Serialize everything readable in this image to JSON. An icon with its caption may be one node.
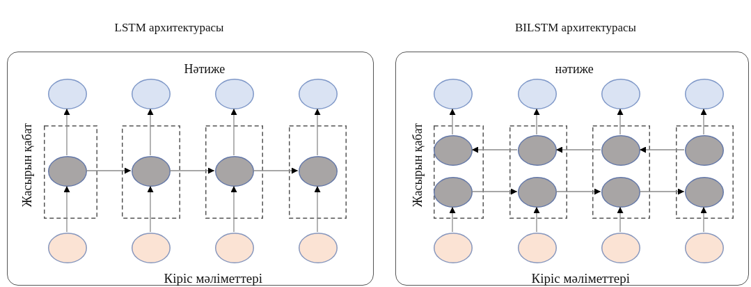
{
  "diagram": {
    "nodes": [
      {
        "text": [
          "LSTM архитектурасы",
          "Нәтиже",
          "Жасырын қабат",
          "Кіріс мәліметтері"
        ]
      },
      {
        "text": [],
        "shape": "circle",
        "in": 0
      },
      {
        "text": [],
        "shape": "circle",
        "in": 0
      },
      {
        "text": [],
        "shape": "circle",
        "in": 0
      },
      {
        "text": [],
        "shape": "circle",
        "in": 0
      },
      {
        "text": [],
        "shape": "box",
        "in": 0
      },
      {
        "text": [],
        "shape": "circle",
        "in": 5
      },
      {
        "text": [],
        "shape": "box",
        "in": 0
      },
      {
        "text": [],
        "shape": "circle",
        "in": 7
      },
      {
        "text": [],
        "shape": "box",
        "in": 0
      },
      {
        "text": [],
        "shape": "circle",
        "in": 9
      },
      {
        "text": [],
        "shape": "box",
        "in": 0
      },
      {
        "text": [],
        "shape": "circle",
        "in": 11
      },
      {
        "text": [],
        "shape": "circle",
        "in": 0
      },
      {
        "text": [],
        "shape": "circle",
        "in": 0
      },
      {
        "text": [],
        "shape": "circle",
        "in": 0
      },
      {
        "text": [],
        "shape": "circle",
        "in": 0
      },
      {
        "text": [
          "BILSTM архитектурасы",
          "нәтиже",
          "Жасырын қабат",
          "Кіріс мәліметтері"
        ]
      },
      {
        "text": [],
        "shape": "circle",
        "in": 17
      },
      {
        "text": [],
        "shape": "circle",
        "in": 17
      },
      {
        "text": [],
        "shape": "circle",
        "in": 17
      },
      {
        "text": [],
        "shape": "circle",
        "in": 17
      },
      {
        "text": [],
        "shape": "box",
        "in": 17
      },
      {
        "text": [],
        "shape": "circle",
        "in": 22
      },
      {
        "text": [],
        "shape": "circle",
        "in": 22
      },
      {
        "text": [],
        "shape": "box",
        "in": 17
      },
      {
        "text": [],
        "shape": "circle",
        "in": 25
      },
      {
        "text": [],
        "shape": "circle",
        "in": 25
      },
      {
        "text": [],
        "shape": "box",
        "in": 17
      },
      {
        "text": [],
        "shape": "circle",
        "in": 28
      },
      {
        "text": [],
        "shape": "circle",
        "in": 28
      },
      {
        "text": [],
        "shape": "box",
        "in": 17
      },
      {
        "text": [],
        "shape": "circle",
        "in": 31
      },
      {
        "text": [],
        "shape": "circle",
        "in": 31
      },
      {
        "text": [],
        "shape": "circle",
        "in": 17
      },
      {
        "text": [],
        "shape": "circle",
        "in": 17
      },
      {
        "text": [],
        "shape": "circle",
        "in": 17
      },
      {
        "text": [],
        "shape": "circle",
        "in": 17
      }
    ],
    "edges": [
      {
        "from": 13,
        "to": 6,
        "arrow": "to"
      },
      {
        "from": 14,
        "to": 8,
        "arrow": "to"
      },
      {
        "from": 15,
        "to": 10,
        "arrow": "to"
      },
      {
        "from": 16,
        "to": 12,
        "arrow": "to"
      },
      {
        "from": 6,
        "to": 1,
        "arrow": "to"
      },
      {
        "from": 8,
        "to": 2,
        "arrow": "to"
      },
      {
        "from": 10,
        "to": 3,
        "arrow": "to"
      },
      {
        "from": 12,
        "to": 4,
        "arrow": "to"
      },
      {
        "from": 6,
        "to": 8,
        "arrow": "to"
      },
      {
        "from": 8,
        "to": 10,
        "arrow": "to"
      },
      {
        "from": 10,
        "to": 12,
        "arrow": "to"
      },
      {
        "from": 34,
        "to": 24,
        "arrow": "to"
      },
      {
        "from": 35,
        "to": 27,
        "arrow": "to"
      },
      {
        "from": 36,
        "to": 30,
        "arrow": "to"
      },
      {
        "from": 37,
        "to": 33,
        "arrow": "to"
      },
      {
        "from": 23,
        "to": 18,
        "arrow": "to"
      },
      {
        "from": 26,
        "to": 19,
        "arrow": "to"
      },
      {
        "from": 29,
        "to": 20,
        "arrow": "to"
      },
      {
        "from": 32,
        "to": 21,
        "arrow": "to"
      },
      {
        "from": 24,
        "to": 27,
        "arrow": "to"
      },
      {
        "from": 27,
        "to": 30,
        "arrow": "to"
      },
      {
        "from": 30,
        "to": 33,
        "arrow": "to"
      },
      {
        "from": 32,
        "to": 29,
        "arrow": "to"
      },
      {
        "from": 29,
        "to": 26,
        "arrow": "to"
      },
      {
        "from": 26,
        "to": 23,
        "arrow": "to"
      }
    ]
  }
}
